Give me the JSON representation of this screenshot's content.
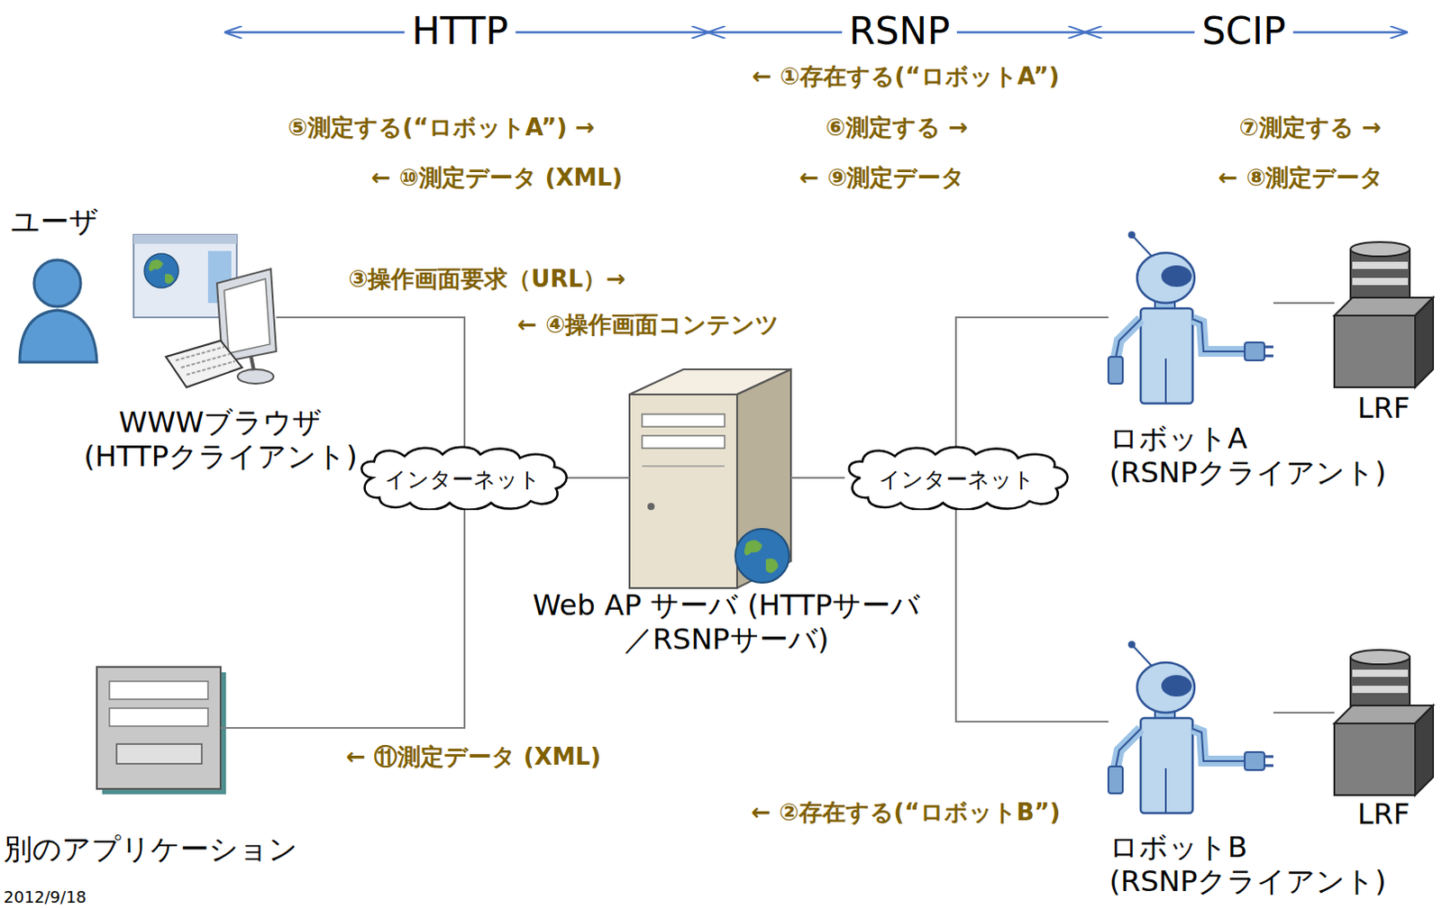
{
  "diagram": {
    "nodes": [
      {
        "text": [
          "ユーザ"
        ]
      },
      {
        "text": [
          "WWWブラウザ (HTTPクライアント)"
        ]
      },
      {
        "text": [
          "インターネット"
        ]
      },
      {
        "text": [
          "Web AP サーバ (HTTPサーバ／RSNPサーバ)"
        ]
      },
      {
        "text": [
          "インターネット"
        ]
      },
      {
        "text": [
          "ロボットA (RSNPクライアント)"
        ]
      },
      {
        "text": [
          "LRF"
        ]
      },
      {
        "text": [
          "別のアプリケーション"
        ]
      },
      {
        "text": [
          "ロボットB (RSNPクライアント)"
        ]
      },
      {
        "text": [
          "LRF"
        ]
      }
    ],
    "edges": [
      {
        "from": 1,
        "to": 2,
        "arrow": "none"
      },
      {
        "from": 7,
        "to": 2,
        "arrow": "none"
      },
      {
        "from": 2,
        "to": 3,
        "arrow": "none"
      },
      {
        "from": 3,
        "to": 4,
        "arrow": "none"
      },
      {
        "from": 4,
        "to": 5,
        "arrow": "none"
      },
      {
        "from": 4,
        "to": 8,
        "arrow": "none"
      },
      {
        "from": 5,
        "to": 6,
        "arrow": "none"
      },
      {
        "from": 8,
        "to": 9,
        "arrow": "none"
      }
    ],
    "labels": [
      "HTTP",
      "RSNP",
      "SCIP",
      "← ①存在する(“ロボットA”)",
      "⑤測定する(“ロボットA”) →",
      "⑥測定する →",
      "⑦測定する →",
      "← ⑩測定データ (XML)",
      "← ⑨測定データ",
      "← ⑧測定データ",
      "③操作画面要求（URL）→",
      "← ④操作画面コンテンツ",
      "← ⑪測定データ (XML)",
      "← ②存在する(“ロボットB”)",
      "2012/9/18"
    ]
  }
}
